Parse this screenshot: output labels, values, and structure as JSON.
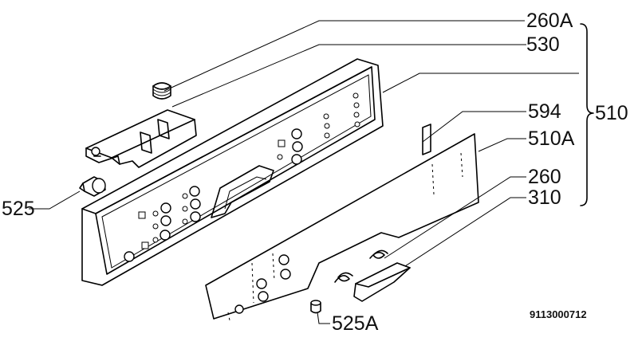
{
  "labels": {
    "l260a": "260A",
    "l530": "530",
    "l510": "510",
    "l594": "594",
    "l510a": "510A",
    "l260": "260",
    "l310": "310",
    "l525": "525",
    "l525a": "525A"
  },
  "drawing_number": "9113000712"
}
